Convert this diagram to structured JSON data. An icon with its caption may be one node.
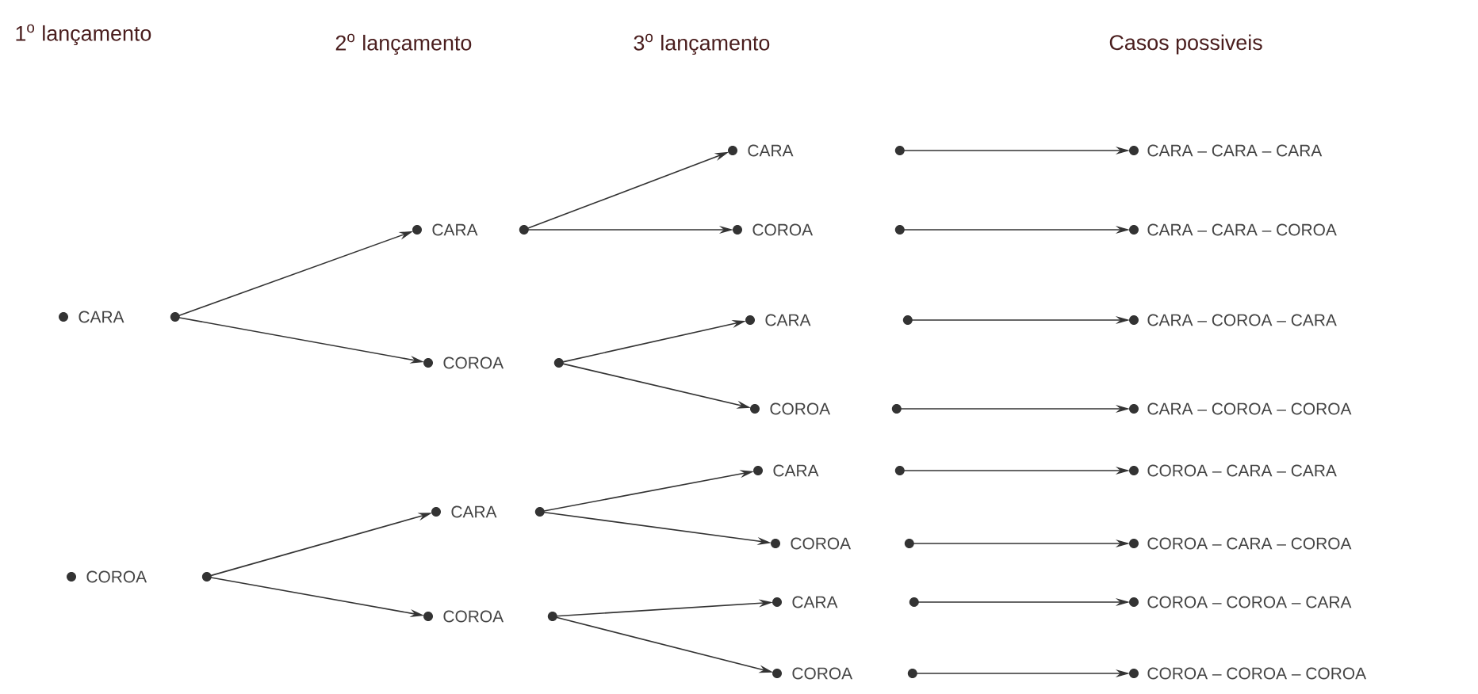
{
  "diagram": {
    "nodes": [
      {
        "text": [
          "CARA"
        ]
      },
      {
        "text": [
          "COROA"
        ]
      },
      {
        "text": [
          "CARA"
        ]
      },
      {
        "text": [
          "COROA"
        ]
      },
      {
        "text": [
          "CARA"
        ]
      },
      {
        "text": [
          "COROA"
        ]
      },
      {
        "text": [
          "CARA"
        ]
      },
      {
        "text": [
          "COROA"
        ]
      },
      {
        "text": [
          "CARA"
        ]
      },
      {
        "text": [
          "COROA"
        ]
      },
      {
        "text": [
          "CARA"
        ]
      },
      {
        "text": [
          "COROA"
        ]
      },
      {
        "text": [
          "CARA"
        ]
      },
      {
        "text": [
          "COROA"
        ]
      },
      {
        "text": [
          "CARA – CARA – CARA"
        ]
      },
      {
        "text": [
          "CARA – CARA – COROA"
        ]
      },
      {
        "text": [
          "CARA – COROA – CARA"
        ]
      },
      {
        "text": [
          "CARA – COROA – COROA"
        ]
      },
      {
        "text": [
          "COROA – CARA – CARA"
        ]
      },
      {
        "text": [
          "COROA – CARA – COROA"
        ]
      },
      {
        "text": [
          "COROA – COROA – CARA"
        ]
      },
      {
        "text": [
          "COROA – COROA – COROA"
        ]
      }
    ],
    "edges": [
      {
        "from": 0,
        "to": 2,
        "arrow": "to"
      },
      {
        "from": 0,
        "to": 3,
        "arrow": "to"
      },
      {
        "from": 1,
        "to": 4,
        "arrow": "to"
      },
      {
        "from": 1,
        "to": 5,
        "arrow": "to"
      },
      {
        "from": 2,
        "to": 6,
        "arrow": "to"
      },
      {
        "from": 2,
        "to": 7,
        "arrow": "to"
      },
      {
        "from": 3,
        "to": 8,
        "arrow": "to"
      },
      {
        "from": 3,
        "to": 9,
        "arrow": "to"
      },
      {
        "from": 4,
        "to": 10,
        "arrow": "to"
      },
      {
        "from": 4,
        "to": 11,
        "arrow": "to"
      },
      {
        "from": 5,
        "to": 12,
        "arrow": "to"
      },
      {
        "from": 5,
        "to": 13,
        "arrow": "to"
      },
      {
        "from": 6,
        "to": 14,
        "arrow": "to"
      },
      {
        "from": 7,
        "to": 15,
        "arrow": "to"
      },
      {
        "from": 8,
        "to": 16,
        "arrow": "to"
      },
      {
        "from": 9,
        "to": 17,
        "arrow": "to"
      },
      {
        "from": 10,
        "to": 18,
        "arrow": "to"
      },
      {
        "from": 11,
        "to": 19,
        "arrow": "to"
      },
      {
        "from": 12,
        "to": 20,
        "arrow": "to"
      },
      {
        "from": 13,
        "to": 21,
        "arrow": "to"
      }
    ],
    "labels": [
      "1$^{o}$ lançamento",
      "2$^{o}$ lançamento",
      "3$^{o}$ lançamento",
      "Casos possiveis"
    ]
  }
}
